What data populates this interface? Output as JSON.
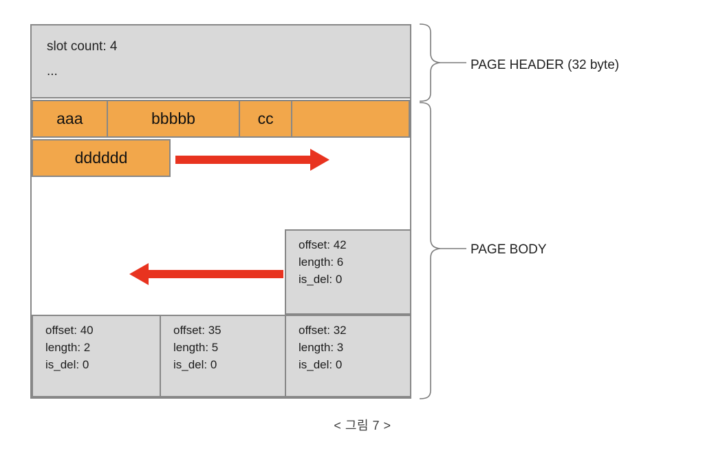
{
  "figure": {
    "caption": "< 그림 7 >",
    "colors": {
      "header_fill": "#d9d9d9",
      "record_fill": "#f2a74b",
      "slot_fill": "#d9d9d9",
      "border": "#878787",
      "arrow": "#e8331f",
      "background": "#ffffff"
    }
  },
  "page_header": {
    "lines": [
      "slot count: 4",
      "..."
    ]
  },
  "records": {
    "row1": [
      {
        "label": "aaa"
      },
      {
        "label": "bbbbb"
      },
      {
        "label": "cc"
      },
      {
        "label": ""
      }
    ],
    "row2": [
      {
        "label": "dddddd"
      }
    ]
  },
  "arrows": [
    {
      "name": "free-space-grow-right",
      "direction": "right"
    },
    {
      "name": "slot-array-grow-left",
      "direction": "left"
    }
  ],
  "slots": [
    {
      "id": "slot-d",
      "offset_label": "offset: 42",
      "length_label": "length: 6",
      "is_del_label": "is_del: 0"
    },
    {
      "id": "slot-a",
      "offset_label": "offset: 40",
      "length_label": "length: 2",
      "is_del_label": "is_del: 0"
    },
    {
      "id": "slot-b",
      "offset_label": "offset: 35",
      "length_label": "length: 5",
      "is_del_label": "is_del: 0"
    },
    {
      "id": "slot-c",
      "offset_label": "offset: 32",
      "length_label": "length: 3",
      "is_del_label": "is_del: 0"
    }
  ],
  "side_labels": {
    "header": "PAGE HEADER (32 byte)",
    "body": "PAGE BODY"
  }
}
